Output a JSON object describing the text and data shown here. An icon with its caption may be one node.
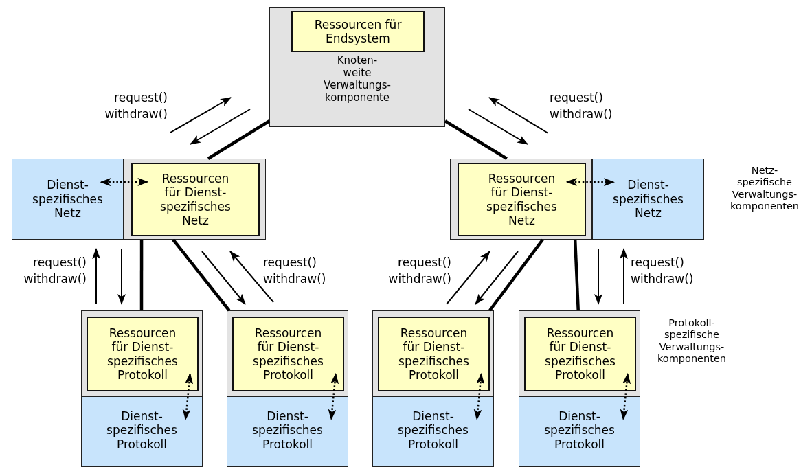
{
  "diagram": {
    "nodes": [
      {
        "text": [
          "Knoten- weite Verwaltungs- komponente"
        ]
      },
      {
        "text": [
          "Ressourcen für Endsystem"
        ],
        "in": 0
      },
      {
        "text": [
          "Dienst- spezifisches Netz"
        ]
      },
      {
        "text": [],
        "shape": "box"
      },
      {
        "text": [
          "Ressourcen für Dienst- spezifisches Netz"
        ],
        "in": 3
      },
      {
        "text": [],
        "shape": "box"
      },
      {
        "text": [
          "Ressourcen für Dienst- spezifisches Netz"
        ],
        "in": 5
      },
      {
        "text": [
          "Dienst- spezifisches Netz"
        ]
      },
      {
        "text": [],
        "shape": "box"
      },
      {
        "text": [
          "Ressourcen für Dienst- spezifisches Protokoll"
        ],
        "in": 8
      },
      {
        "text": [],
        "shape": "box"
      },
      {
        "text": [
          "Ressourcen für Dienst- spezifisches Protokoll"
        ],
        "in": 10
      },
      {
        "text": [],
        "shape": "box"
      },
      {
        "text": [
          "Ressourcen für Dienst- spezifisches Protokoll"
        ],
        "in": 12
      },
      {
        "text": [],
        "shape": "box"
      },
      {
        "text": [
          "Ressourcen für Dienst- spezifisches Protokoll"
        ],
        "in": 14
      },
      {
        "text": [
          "Dienst- spezifisches Protokoll"
        ]
      },
      {
        "text": [
          "Dienst- spezifisches Protokoll"
        ]
      },
      {
        "text": [
          "Dienst- spezifisches Protokoll"
        ]
      },
      {
        "text": [
          "Dienst- spezifisches Protokoll"
        ]
      }
    ],
    "edges": [
      {
        "from": 0,
        "to": 3,
        "arrow": "none",
        "style": "thick"
      },
      {
        "from": 0,
        "to": 5,
        "arrow": "none",
        "style": "thick"
      },
      {
        "from": 3,
        "to": 8,
        "arrow": "none",
        "style": "thick"
      },
      {
        "from": 3,
        "to": 10,
        "arrow": "none",
        "style": "thick"
      },
      {
        "from": 5,
        "to": 12,
        "arrow": "none",
        "style": "thick"
      },
      {
        "from": 5,
        "to": 14,
        "arrow": "none",
        "style": "thick"
      },
      {
        "from": 2,
        "to": 4,
        "arrow": "both",
        "style": "dashed"
      },
      {
        "from": 6,
        "to": 7,
        "arrow": "both",
        "style": "dashed"
      },
      {
        "from": 9,
        "to": 16,
        "arrow": "both",
        "style": "dashed"
      },
      {
        "from": 11,
        "to": 17,
        "arrow": "both",
        "style": "dashed"
      },
      {
        "from": 13,
        "to": 18,
        "arrow": "both",
        "style": "dashed"
      },
      {
        "from": 15,
        "to": 19,
        "arrow": "both",
        "style": "dashed"
      }
    ],
    "labels": [
      "request()",
      "withdraw()",
      "request()",
      "withdraw()",
      "Netz- spezifische Verwaltungs- komponenten",
      "request()",
      "withdraw()",
      "request()",
      "withdraw()",
      "request()",
      "withdraw()",
      "request()",
      "withdraw()",
      "Protokoll- spezifische Verwaltungs- komponenten"
    ]
  }
}
